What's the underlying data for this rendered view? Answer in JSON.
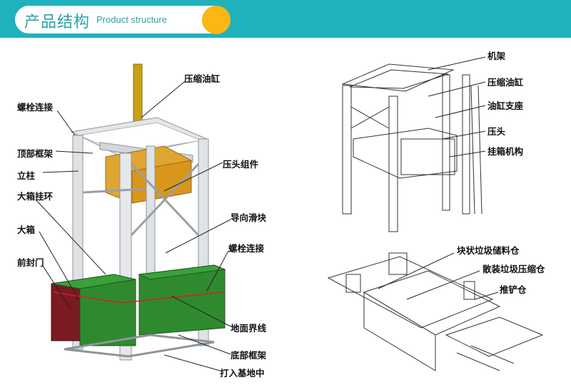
{
  "header": {
    "title_cn": "产品结构",
    "title_en": "Product structure",
    "accent_color": "#1fb2bc",
    "dot_color": "#fbb714"
  },
  "left_diagram": {
    "labels": [
      "压缩油缸",
      "螺栓连接",
      "顶部框架",
      "立柱",
      "压头组件",
      "大箱挂环",
      "导向滑块",
      "大箱",
      "螺栓连接",
      "前封门",
      "地面界线",
      "底部框架",
      "打入基地中"
    ]
  },
  "right_top_diagram": {
    "labels": [
      "机架",
      "压缩油缸",
      "油缸支座",
      "压头",
      "挂箱机构"
    ]
  },
  "right_bottom_diagram": {
    "labels": [
      "块状垃圾储料仓",
      "散装垃圾压缩仓",
      "推铲仓"
    ]
  }
}
